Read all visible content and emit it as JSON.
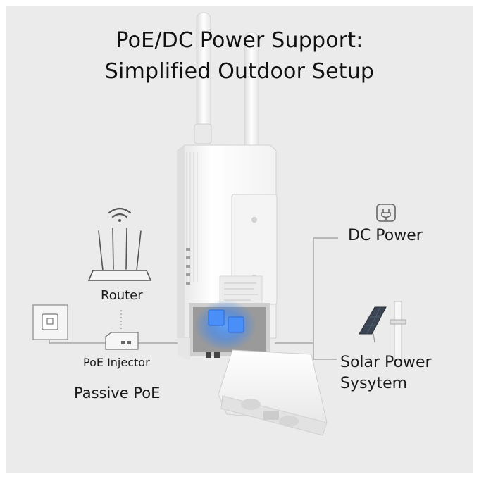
{
  "title": {
    "line1": "PoE/DC Power Support:",
    "line2": "Simplified Outdoor Setup"
  },
  "labels": {
    "router": "Router",
    "poe_injector": "PoE Injector",
    "passive_poe": "Passive PoE",
    "dc_power": "DC Power",
    "solar_line1": "Solar Power",
    "solar_line2": "Sysytem"
  },
  "colors": {
    "background": "#ebebeb",
    "device": "#ffffff",
    "port_glow": "#2f7ef5",
    "line": "#9a9a9a"
  },
  "icons": [
    "wifi-icon",
    "router-icon",
    "power-outlet-icon",
    "poe-injector-icon",
    "dc-plug-icon",
    "solar-panel-icon"
  ]
}
